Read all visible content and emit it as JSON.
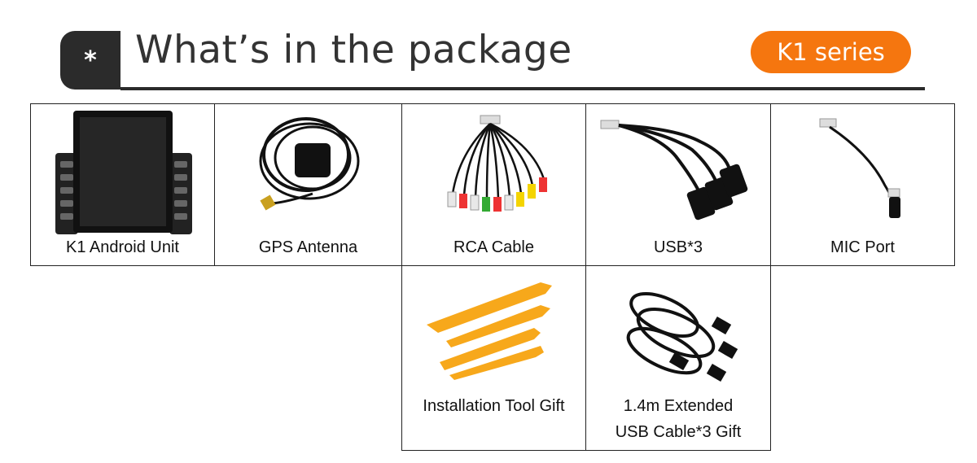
{
  "header": {
    "badge_symbol": "*",
    "title": "What’s in the package",
    "series_label": "K1 series",
    "accent_color": "#f5760f",
    "badge_color": "#2b2b2b"
  },
  "items": [
    {
      "label": "K1 Android Unit",
      "icon": "head-unit-icon"
    },
    {
      "label": "GPS Antenna",
      "icon": "gps-antenna-icon"
    },
    {
      "label": "RCA Cable",
      "icon": "rca-cable-icon"
    },
    {
      "label": "USB*3",
      "icon": "usb-cable-icon"
    },
    {
      "label": "MIC Port",
      "icon": "mic-cable-icon"
    },
    {
      "label": "Installation Tool Gift",
      "icon": "pry-tools-icon"
    },
    {
      "label_line1": "1.4m Extended",
      "label_line2": "USB Cable*3 Gift",
      "icon": "usb-extension-icon"
    }
  ]
}
